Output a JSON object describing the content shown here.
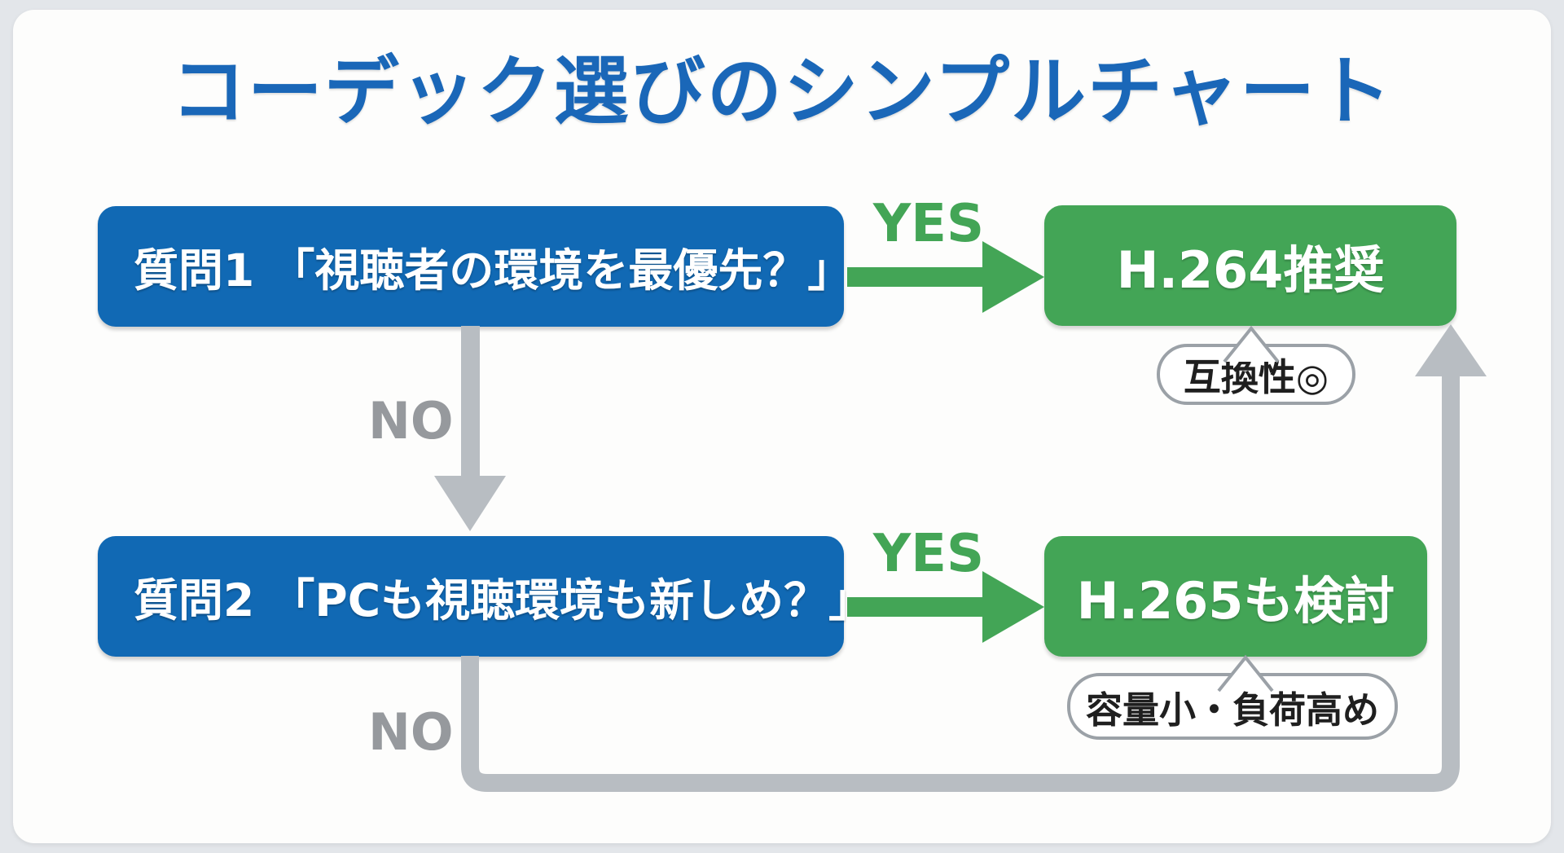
{
  "page": {
    "title": "コーデック選びのシンプルチャート"
  },
  "colors": {
    "title_blue": "#1a67b8",
    "question_blue": "#1169b4",
    "result_green": "#43a556",
    "yes_green": "#43a556",
    "no_gray": "#96999d",
    "wire_gray": "#b8bdc2",
    "bubble_border_gray": "#9ba1a7",
    "card_white": "#fdfdfc",
    "background_gray": "#e3e6ea"
  },
  "flowchart": {
    "question1": {
      "label": "質問1 「視聴者の環境を最優先？」"
    },
    "question2": {
      "label": "質問2 「PCも視聴環境も新しめ？」"
    },
    "result1": {
      "label": "H.264推奨",
      "note": "互換性◎"
    },
    "result2": {
      "label": "H.265も検討",
      "note": "容量小・負荷高め"
    },
    "edges": {
      "yes1": "YES",
      "no1": "NO",
      "yes2": "YES",
      "no2": "NO"
    }
  }
}
